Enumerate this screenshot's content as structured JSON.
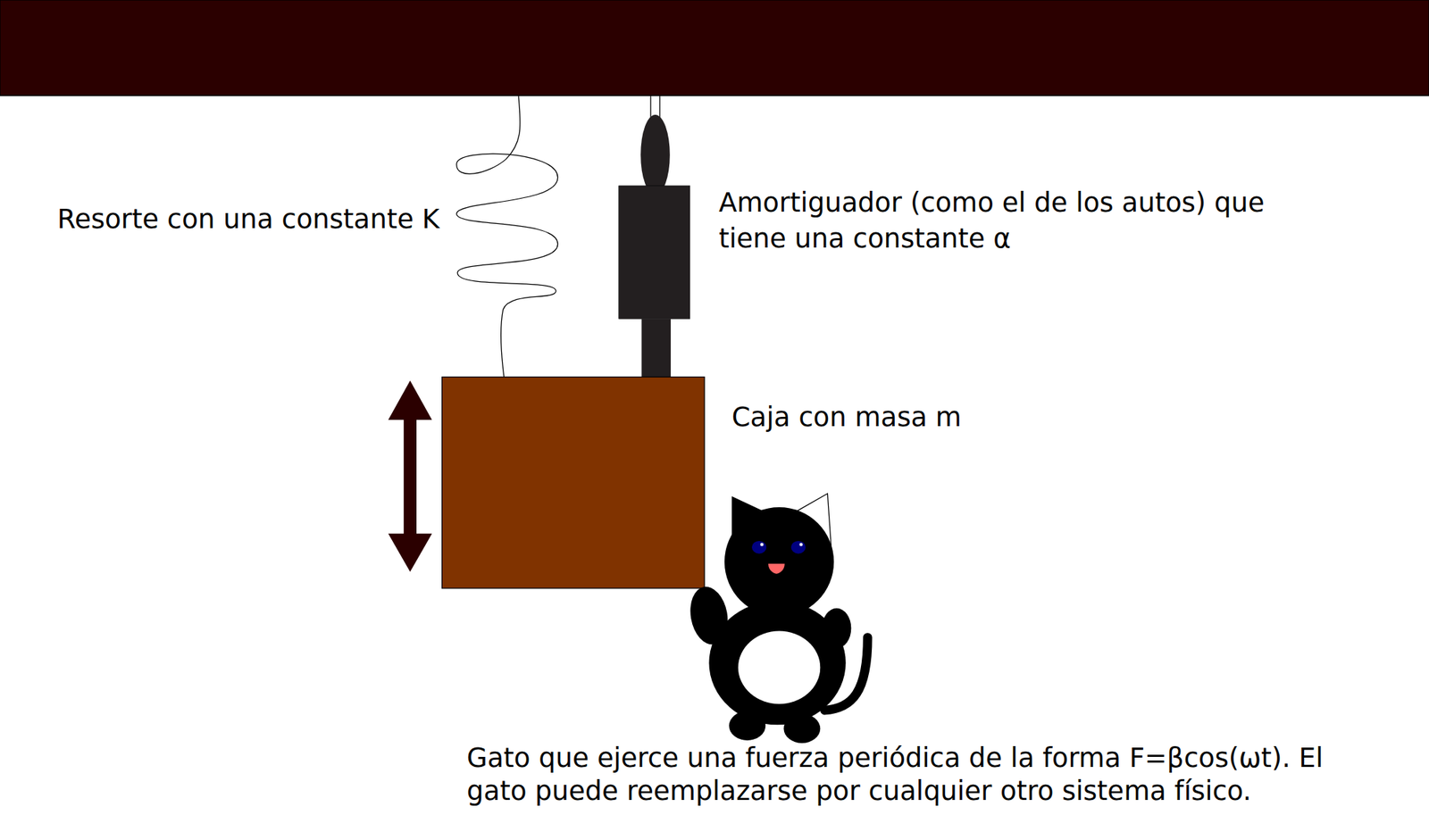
{
  "diagram": {
    "labels": [
      "Resorte con una constante K",
      "Amortiguador (como el de los autos) que tiene una constante α",
      "Caja con masa m",
      "Gato que ejerce una fuerza periódica de la forma F=βcos(ωt). El gato puede reemplazarse por cualquier otro sistema físico."
    ]
  }
}
